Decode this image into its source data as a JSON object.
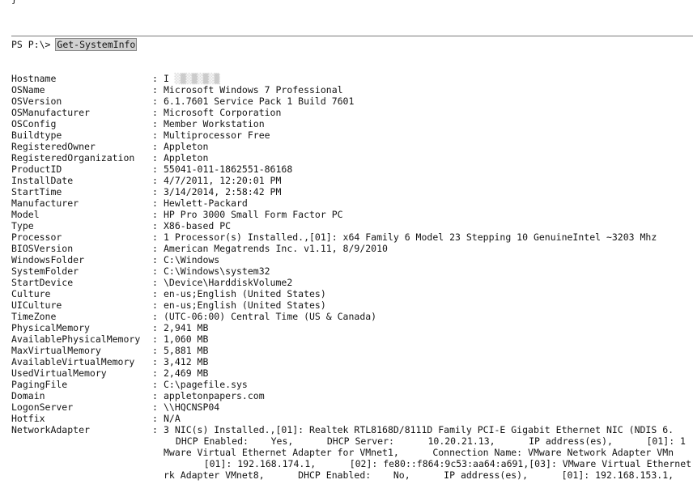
{
  "console": {
    "top_fragment": "}",
    "prompt": "PS P:\\>",
    "command": "Get-SystemInfo",
    "separator": ":",
    "hostname_visible": "I",
    "hostname_redacted": "(redacted)",
    "rows": [
      {
        "key": "Hostname",
        "value": ""
      },
      {
        "key": "OSName",
        "value": "Microsoft Windows 7 Professional"
      },
      {
        "key": "OSVersion",
        "value": "6.1.7601 Service Pack 1 Build 7601"
      },
      {
        "key": "OSManufacturer",
        "value": "Microsoft Corporation"
      },
      {
        "key": "OSConfig",
        "value": "Member Workstation"
      },
      {
        "key": "Buildtype",
        "value": "Multiprocessor Free"
      },
      {
        "key": "RegisteredOwner",
        "value": "Appleton"
      },
      {
        "key": "RegisteredOrganization",
        "value": "Appleton"
      },
      {
        "key": "ProductID",
        "value": "55041-011-1862551-86168"
      },
      {
        "key": "InstallDate",
        "value": "4/7/2011, 12:20:01 PM"
      },
      {
        "key": "StartTime",
        "value": "3/14/2014, 2:58:42 PM"
      },
      {
        "key": "Manufacturer",
        "value": "Hewlett-Packard"
      },
      {
        "key": "Model",
        "value": "HP Pro 3000 Small Form Factor PC"
      },
      {
        "key": "Type",
        "value": "X86-based PC"
      },
      {
        "key": "Processor",
        "value": "1 Processor(s) Installed.,[01]: x64 Family 6 Model 23 Stepping 10 GenuineIntel ~3203 Mhz"
      },
      {
        "key": "BIOSVersion",
        "value": "American Megatrends Inc. v1.11, 8/9/2010"
      },
      {
        "key": "WindowsFolder",
        "value": "C:\\Windows"
      },
      {
        "key": "SystemFolder",
        "value": "C:\\Windows\\system32"
      },
      {
        "key": "StartDevice",
        "value": "\\Device\\HarddiskVolume2"
      },
      {
        "key": "Culture",
        "value": "en-us;English (United States)"
      },
      {
        "key": "UICulture",
        "value": "en-us;English (United States)"
      },
      {
        "key": "TimeZone",
        "value": "(UTC-06:00) Central Time (US & Canada)"
      },
      {
        "key": "PhysicalMemory",
        "value": "2,941 MB"
      },
      {
        "key": "AvailablePhysicalMemory",
        "value": "1,060 MB"
      },
      {
        "key": "MaxVirtualMemory",
        "value": "5,881 MB"
      },
      {
        "key": "AvailableVirtualMemory",
        "value": "3,412 MB"
      },
      {
        "key": "UsedVirtualMemory",
        "value": "2,469 MB"
      },
      {
        "key": "PagingFile",
        "value": "C:\\pagefile.sys"
      },
      {
        "key": "Domain",
        "value": "appletonpapers.com"
      },
      {
        "key": "LogonServer",
        "value": "\\\\HQCNSP04"
      },
      {
        "key": "Hotfix",
        "value": "N/A"
      },
      {
        "key": "NetworkAdapter",
        "value": "3 NIC(s) Installed.,[01]: Realtek RTL8168D/8111D Family PCI-E Gigabit Ethernet NIC (NDIS 6."
      }
    ],
    "network_continuation": [
      " DHCP Enabled:    Yes,      DHCP Server:      10.20.21.13,      IP address(es),      [01]: 1",
      "Mware Virtual Ethernet Adapter for VMnet1,      Connection Name: VMware Network Adapter VMn",
      "    [01]: 192.168.174.1,      [02]: fe80::f864:9c53:aa64:a691,[03]: VMware Virtual Ethernet",
      "rk Adapter VMnet8,      DHCP Enabled:    No,      IP address(es),      [01]: 192.168.153.1,"
    ]
  }
}
